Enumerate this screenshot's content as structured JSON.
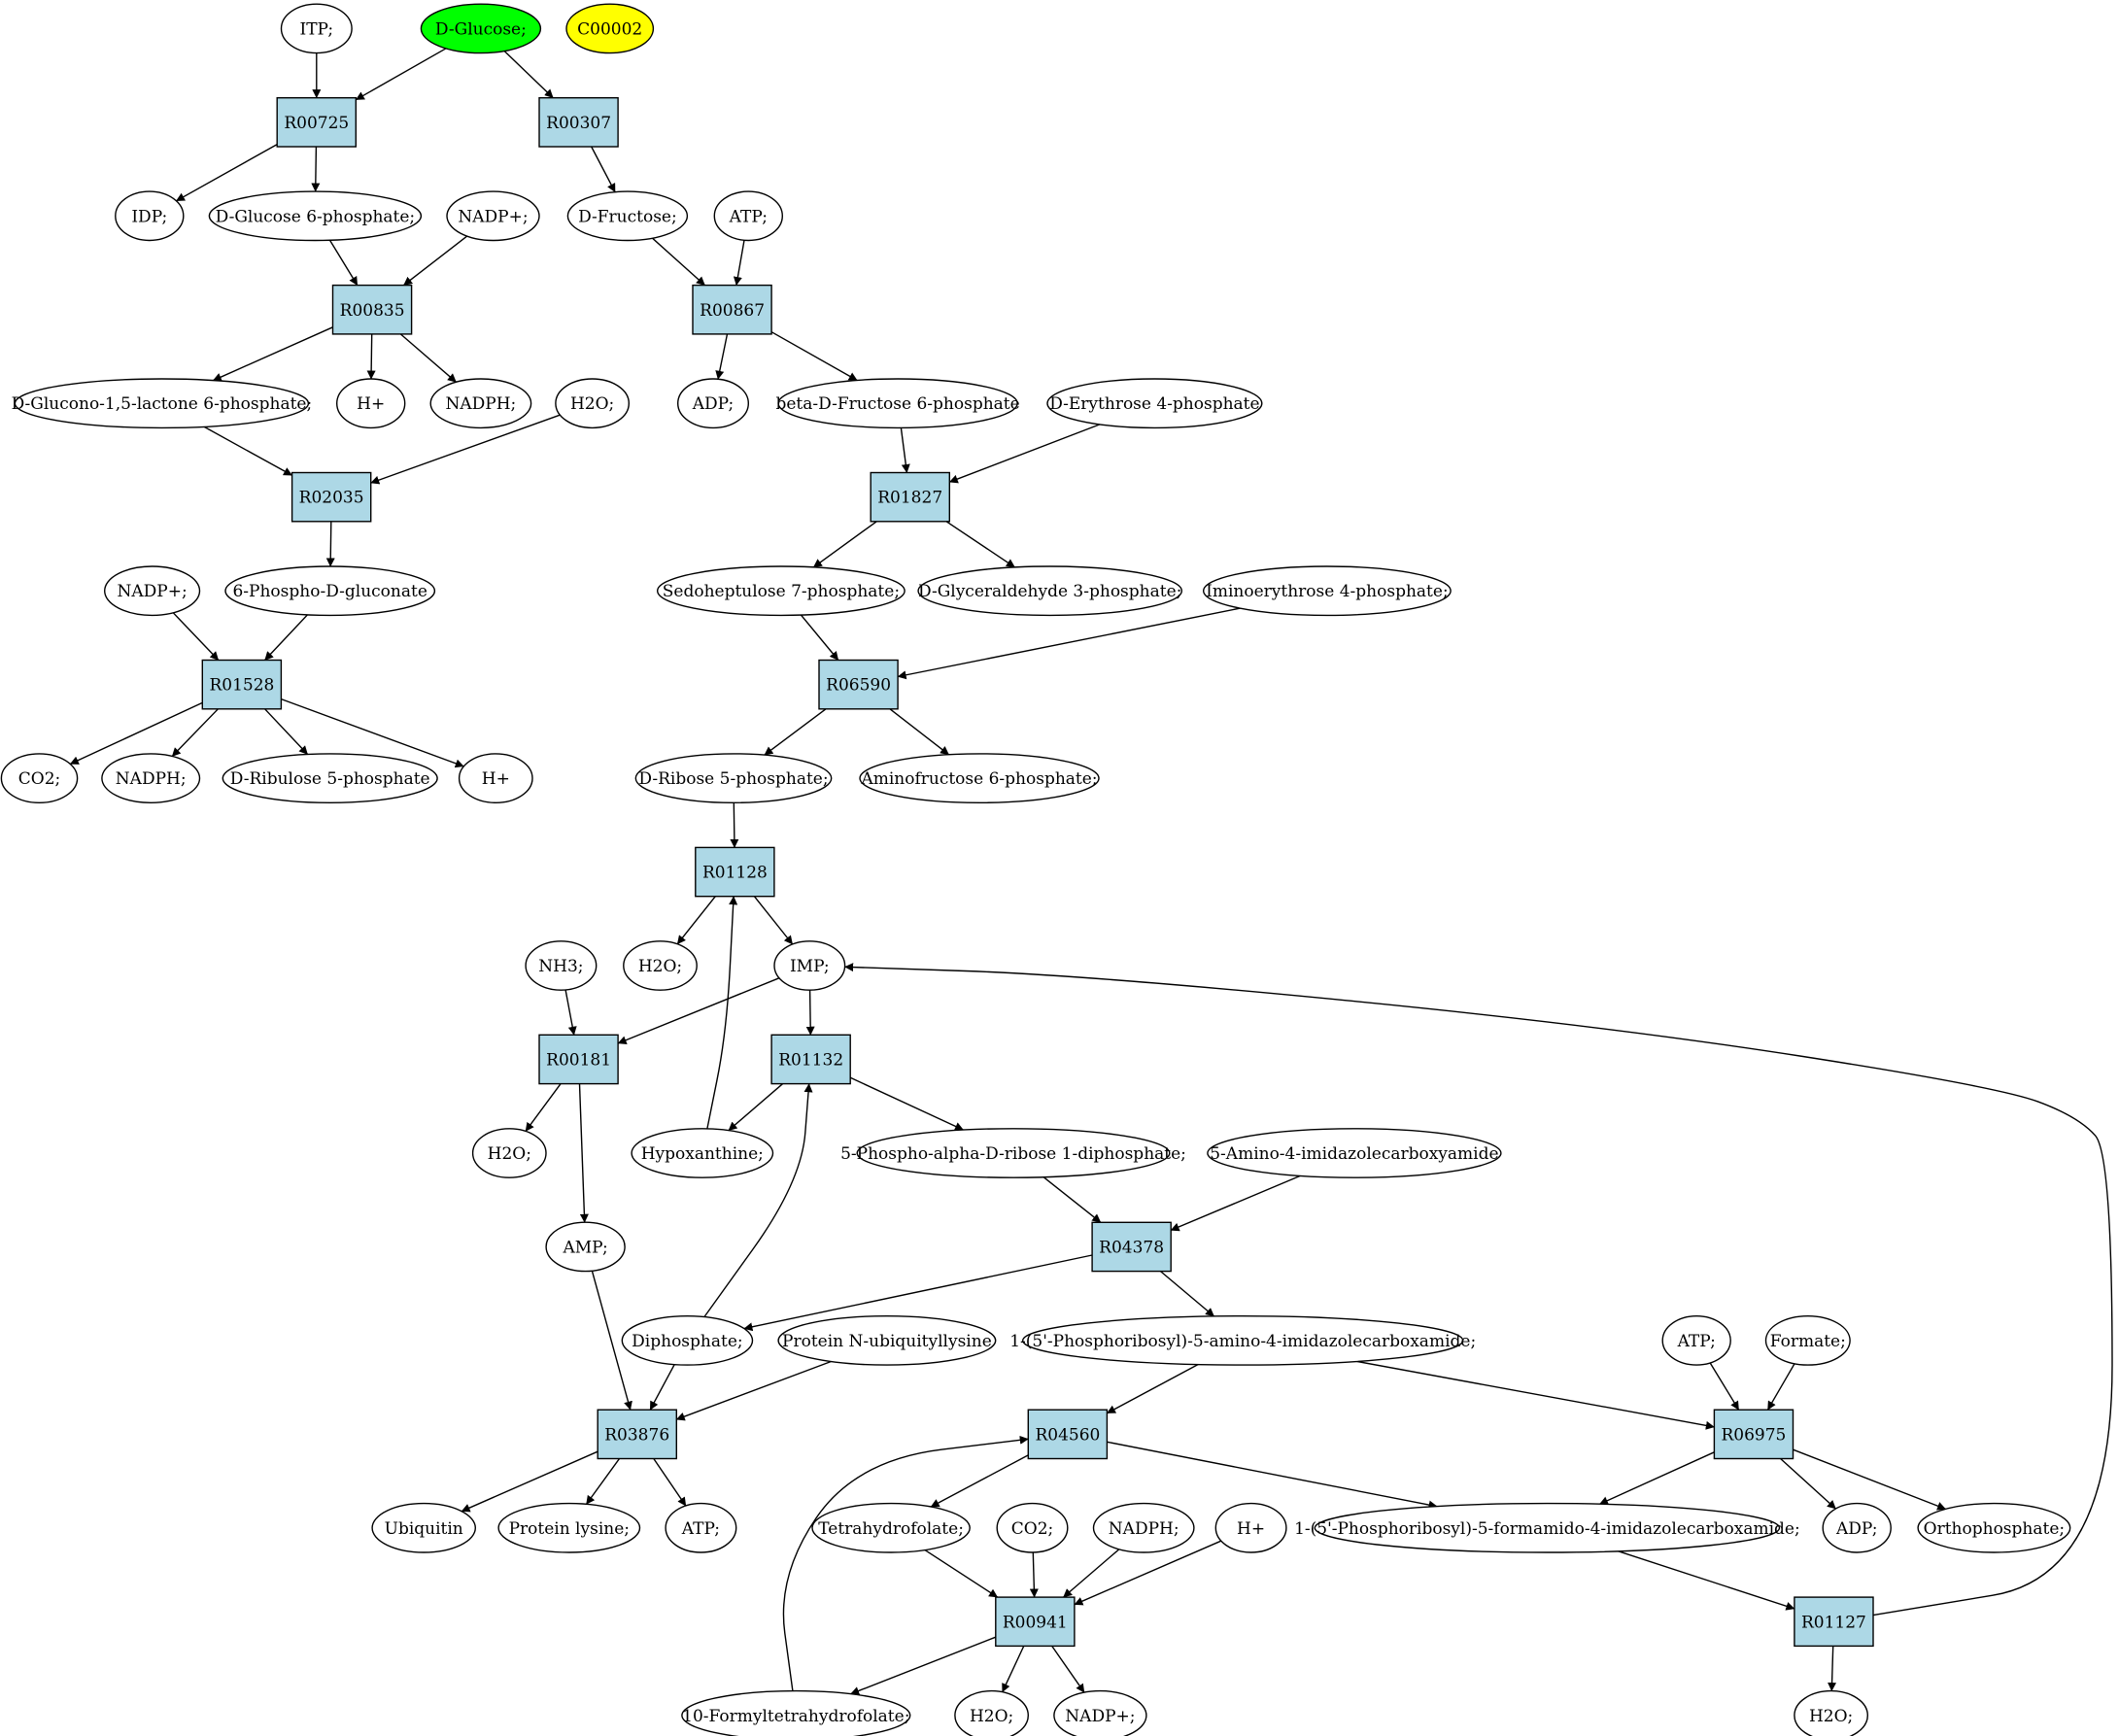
{
  "colors": {
    "reaction": "#add8e6",
    "compound": "#ffffff",
    "highlight_start": "#00ff00",
    "highlight_other": "#ffff00"
  },
  "compounds": {
    "itp": "ITP;",
    "dglucose": "D-Glucose;",
    "c00002": "C00002",
    "idp": "IDP;",
    "g6p": "D-Glucose 6-phosphate;",
    "nadp1": "NADP+;",
    "dfructose": "D-Fructose;",
    "atp1": "ATP;",
    "glucono": "D-Glucono-1,5-lactone 6-phosphate;",
    "hplus1": "H+",
    "nadph1": "NADPH;",
    "h2o1": "H2O;",
    "adp1": "ADP;",
    "bf6p": "beta-D-Fructose 6-phosphate",
    "e4p": "D-Erythrose 4-phosphate",
    "nadp2": "NADP+;",
    "pgluconate": "6-Phospho-D-gluconate",
    "s7p": "Sedoheptulose 7-phosphate;",
    "g3p": "D-Glyceraldehyde 3-phosphate;",
    "imino": "Iminoerythrose 4-phosphate;",
    "co2a": "CO2;",
    "nadph2": "NADPH;",
    "ru5p": "D-Ribulose 5-phosphate",
    "hplus2": "H+",
    "r5p": "D-Ribose 5-phosphate;",
    "amino": "Aminofructose 6-phosphate;",
    "nh3": "NH3;",
    "h2o2": "H2O;",
    "imp": "IMP;",
    "h2o3": "H2O;",
    "hypox": "Hypoxanthine;",
    "prpp": "5-Phospho-alpha-D-ribose 1-diphosphate;",
    "aica": "5-Amino-4-imidazolecarboxyamide",
    "amp": "AMP;",
    "diph": "Diphosphate;",
    "protub": "Protein N-ubiquityllysine",
    "aicar": "1-(5'-Phosphoribosyl)-5-amino-4-imidazolecarboxamide;",
    "atp2": "ATP;",
    "formate": "Formate;",
    "ubiq": "Ubiquitin",
    "protlys": "Protein lysine;",
    "atp3": "ATP;",
    "thf": "Tetrahydrofolate;",
    "co2b": "CO2;",
    "nadph3": "NADPH;",
    "hplus3": "H+",
    "faicar": "1-(5'-Phosphoribosyl)-5-formamido-4-imidazolecarboxamide;",
    "adp2": "ADP;",
    "orthop": "Orthophosphate;",
    "formylthf": "10-Formyltetrahydrofolate;",
    "h2o4": "H2O;",
    "nadp3": "NADP+;",
    "h2o5": "H2O;"
  },
  "reactions": {
    "R00725": "R00725",
    "R00307": "R00307",
    "R00835": "R00835",
    "R00867": "R00867",
    "R02035": "R02035",
    "R01827": "R01827",
    "R01528": "R01528",
    "R06590": "R06590",
    "R01128": "R01128",
    "R00181": "R00181",
    "R01132": "R01132",
    "R04378": "R04378",
    "R03876": "R03876",
    "R04560": "R04560",
    "R06975": "R06975",
    "R00941": "R00941",
    "R01127": "R01127"
  },
  "edges": [
    [
      "itp",
      "R00725"
    ],
    [
      "dglucose",
      "R00725"
    ],
    [
      "dglucose",
      "R00307"
    ],
    [
      "R00725",
      "idp"
    ],
    [
      "R00725",
      "g6p"
    ],
    [
      "R00307",
      "dfructose"
    ],
    [
      "g6p",
      "R00835"
    ],
    [
      "nadp1",
      "R00835"
    ],
    [
      "dfructose",
      "R00867"
    ],
    [
      "atp1",
      "R00867"
    ],
    [
      "R00835",
      "glucono"
    ],
    [
      "R00835",
      "hplus1"
    ],
    [
      "R00835",
      "nadph1"
    ],
    [
      "R00867",
      "adp1"
    ],
    [
      "R00867",
      "bf6p"
    ],
    [
      "glucono",
      "R02035"
    ],
    [
      "h2o1",
      "R02035"
    ],
    [
      "bf6p",
      "R01827"
    ],
    [
      "e4p",
      "R01827"
    ],
    [
      "R02035",
      "pgluconate"
    ],
    [
      "R01827",
      "s7p"
    ],
    [
      "R01827",
      "g3p"
    ],
    [
      "nadp2",
      "R01528"
    ],
    [
      "pgluconate",
      "R01528"
    ],
    [
      "s7p",
      "R06590"
    ],
    [
      "imino",
      "R06590"
    ],
    [
      "R01528",
      "co2a"
    ],
    [
      "R01528",
      "nadph2"
    ],
    [
      "R01528",
      "ru5p"
    ],
    [
      "R01528",
      "hplus2"
    ],
    [
      "R06590",
      "r5p"
    ],
    [
      "R06590",
      "amino"
    ],
    [
      "r5p",
      "R01128"
    ],
    [
      "R01128",
      "h2o2"
    ],
    [
      "R01128",
      "imp"
    ],
    [
      "nh3",
      "R00181"
    ],
    [
      "imp",
      "R00181"
    ],
    [
      "imp",
      "R01132"
    ],
    [
      "R00181",
      "h2o3"
    ],
    [
      "R00181",
      "amp"
    ],
    [
      "R01132",
      "hypox"
    ],
    [
      "R01132",
      "prpp"
    ],
    [
      "hypox",
      "R01128"
    ],
    [
      "prpp",
      "R04378"
    ],
    [
      "aica",
      "R04378"
    ],
    [
      "R04378",
      "diph"
    ],
    [
      "R04378",
      "aicar"
    ],
    [
      "diph",
      "R01132"
    ],
    [
      "amp",
      "R03876"
    ],
    [
      "diph",
      "R03876"
    ],
    [
      "protub",
      "R03876"
    ],
    [
      "R03876",
      "ubiq"
    ],
    [
      "R03876",
      "protlys"
    ],
    [
      "R03876",
      "atp3"
    ],
    [
      "aicar",
      "R04560"
    ],
    [
      "aicar",
      "R06975"
    ],
    [
      "atp2",
      "R06975"
    ],
    [
      "formate",
      "R06975"
    ],
    [
      "R04560",
      "thf"
    ],
    [
      "R04560",
      "faicar"
    ],
    [
      "R06975",
      "faicar"
    ],
    [
      "R06975",
      "adp2"
    ],
    [
      "R06975",
      "orthop"
    ],
    [
      "thf",
      "R00941"
    ],
    [
      "co2b",
      "R00941"
    ],
    [
      "nadph3",
      "R00941"
    ],
    [
      "hplus3",
      "R00941"
    ],
    [
      "R00941",
      "formylthf"
    ],
    [
      "R00941",
      "h2o4"
    ],
    [
      "R00941",
      "nadp3"
    ],
    [
      "formylthf",
      "R04560"
    ],
    [
      "faicar",
      "R01127"
    ],
    [
      "R01127",
      "h2o5"
    ],
    [
      "R01127",
      "imp"
    ]
  ]
}
